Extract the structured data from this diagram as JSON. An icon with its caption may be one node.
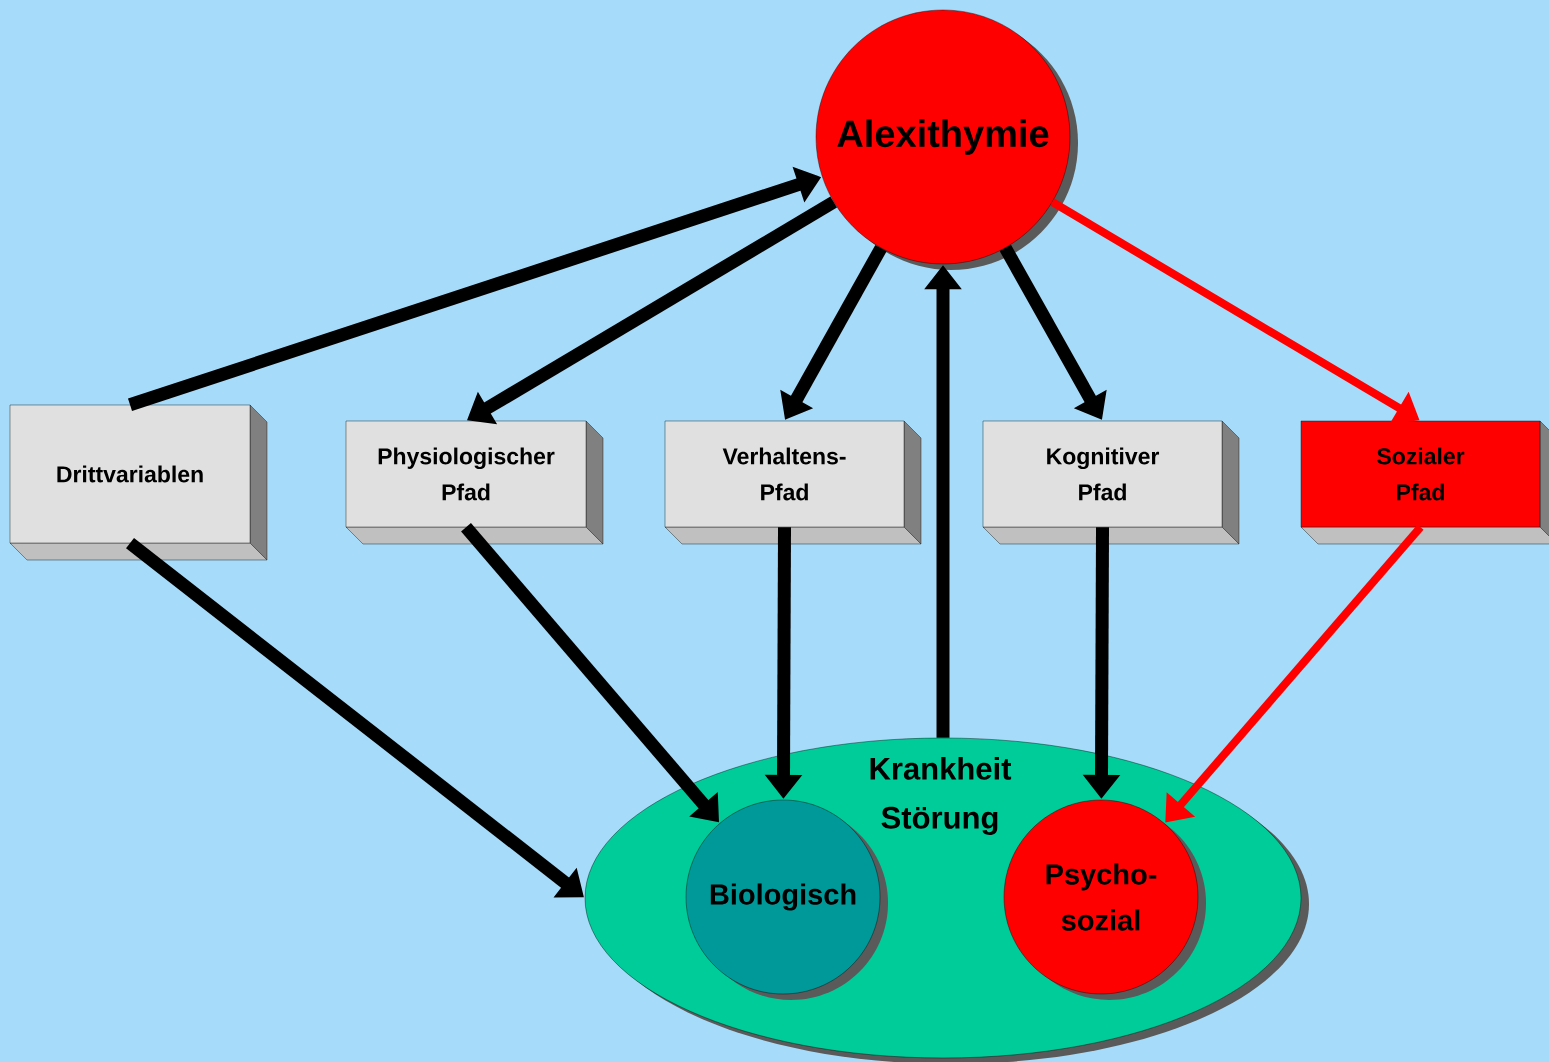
{
  "diagram": {
    "nodes": [
      {
        "text": [
          "Alexithymie"
        ]
      },
      {
        "text": [
          "Drittvariablen"
        ]
      },
      {
        "text": [
          "Physiologischer Pfad"
        ]
      },
      {
        "text": [
          "Verhaltens- Pfad"
        ]
      },
      {
        "text": [
          "Kognitiver Pfad"
        ]
      },
      {
        "text": [
          "Sozialer Pfad"
        ]
      },
      {
        "text": [
          "Krankheit Störung"
        ]
      },
      {
        "text": [
          "Biologisch"
        ],
        "in": 6
      },
      {
        "text": [
          "Psycho- sozial"
        ],
        "in": 6
      }
    ],
    "edges": [
      {
        "from": 1,
        "to": 0,
        "arrow": "to"
      },
      {
        "from": 0,
        "to": 2,
        "arrow": "to"
      },
      {
        "from": 0,
        "to": 3,
        "arrow": "to"
      },
      {
        "from": 0,
        "to": 4,
        "arrow": "to"
      },
      {
        "from": 0,
        "to": 5,
        "arrow": "to",
        "color": "#ff0000"
      },
      {
        "from": 6,
        "to": 0,
        "arrow": "to"
      },
      {
        "from": 1,
        "to": 6,
        "arrow": "to"
      },
      {
        "from": 2,
        "to": 7,
        "arrow": "to"
      },
      {
        "from": 3,
        "to": 7,
        "arrow": "to"
      },
      {
        "from": 4,
        "to": 8,
        "arrow": "to"
      },
      {
        "from": 5,
        "to": 8,
        "arrow": "to",
        "color": "#ff0000"
      }
    ]
  }
}
